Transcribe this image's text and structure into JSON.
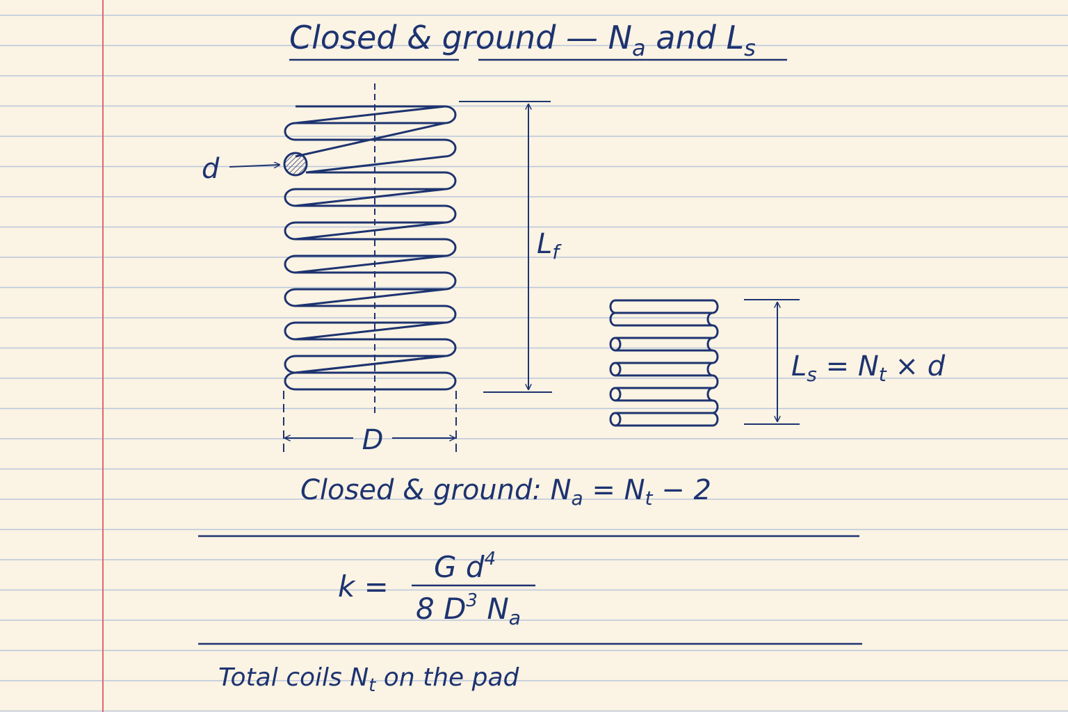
{
  "title": {
    "prefix": "Closed & ground — N",
    "sub_a": "a",
    "mid": " and L",
    "sub_s": "s"
  },
  "labels": {
    "wire_diameter": "d",
    "free_length": {
      "base": "L",
      "sub": "f"
    },
    "mean_diameter": "D",
    "solid_length": {
      "lhs_base": "L",
      "lhs_sub": "s",
      "eq": " = N",
      "n_sub": "t",
      "tail": " × d"
    }
  },
  "rule": {
    "text": "Closed & ground:  N",
    "sub_a": "a",
    "mid": "  =  N",
    "sub_t": "t",
    "tail": "  − 2"
  },
  "rate_formula": {
    "lhs": "k  =",
    "numerator_base": "G d",
    "numerator_exp": "4",
    "denominator_pre": "8 D",
    "denominator_exp": "3",
    "denominator_mid": " N",
    "denominator_sub": "a"
  },
  "footnote": {
    "pre": "Total  coils  N",
    "sub_t": "t",
    "post": "  on  the  pad"
  },
  "colors": {
    "ink": "#1d3370",
    "paper": "#fbf3e3",
    "ruled_line": "#b9c6dd",
    "margin_line": "#e06868"
  }
}
